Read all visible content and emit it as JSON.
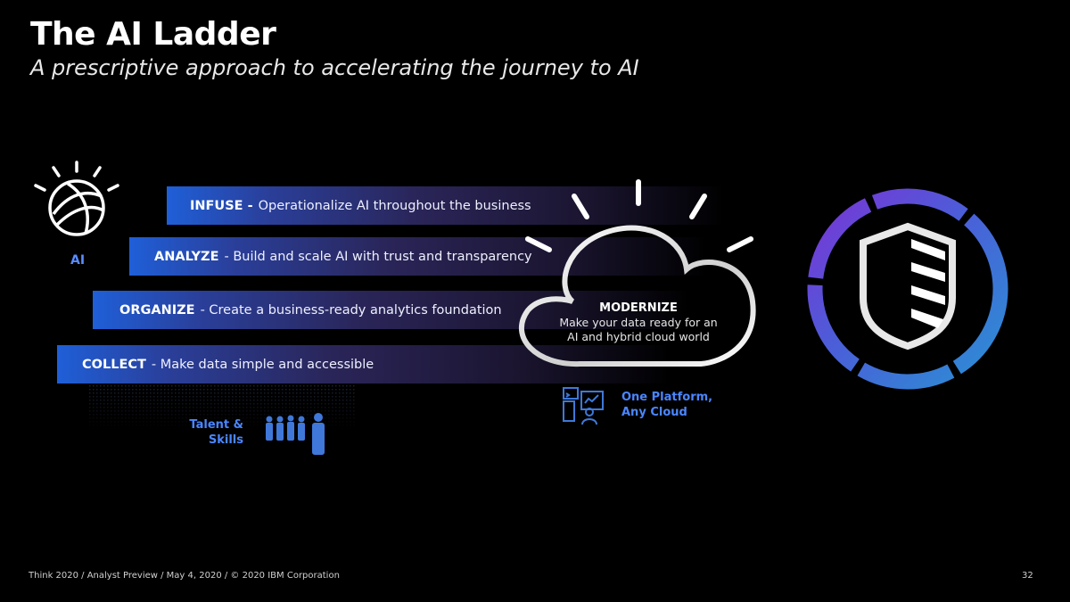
{
  "title": "The AI Ladder",
  "subtitle": "A prescriptive approach to accelerating the journey to AI",
  "ai_label": "AI",
  "rungs": [
    {
      "label": "INFUSE -",
      "desc": "Operationalize AI throughout the business"
    },
    {
      "label": "ANALYZE",
      "desc": "- Build and scale AI with trust and transparency"
    },
    {
      "label": "ORGANIZE",
      "desc": "- Create a business-ready analytics foundation"
    },
    {
      "label": "COLLECT",
      "desc": "- Make data simple and accessible"
    }
  ],
  "modernize": {
    "title": "MODERNIZE",
    "desc": "Make your data ready for an AI and hybrid cloud world"
  },
  "talent": {
    "line1": "Talent &",
    "line2": "Skills"
  },
  "platform": {
    "line1": "One Platform,",
    "line2": "Any Cloud"
  },
  "footer": "Think 2020 / Analyst Preview / May 4, 2020 / © 2020 IBM Corporation",
  "page_number": "32",
  "colors": {
    "accent_blue": "#4a86ff",
    "ring_purple": "#6f3bd8",
    "ring_blue": "#2d86d6"
  }
}
